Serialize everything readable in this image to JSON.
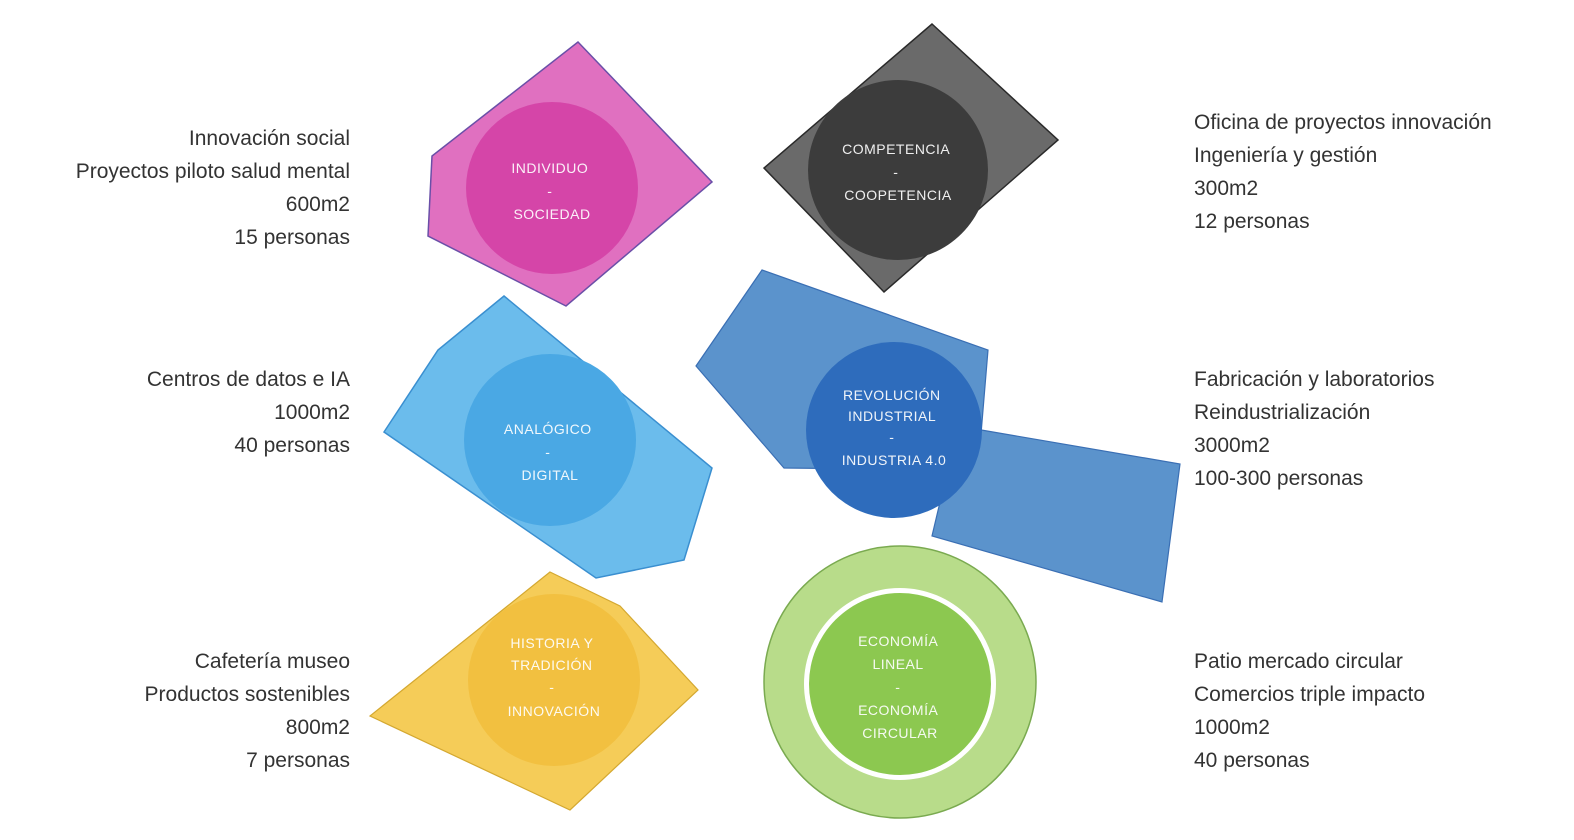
{
  "nodes": [
    {
      "id": "individuo",
      "circle_lines": [
        "INDIVIDUO",
        "-",
        "SOCIEDAD"
      ],
      "info_lines": [
        "Innovación social",
        "Proyectos piloto salud mental",
        "600m2",
        "15 personas"
      ],
      "colors": {
        "shape": "#e070c0",
        "circle": "#d545a8",
        "stroke": "#6a4fa8"
      }
    },
    {
      "id": "competencia",
      "circle_lines": [
        "COMPETENCIA",
        "-",
        "COOPETENCIA"
      ],
      "info_lines": [
        "Oficina de proyectos innovación",
        "Ingeniería y gestión",
        "300m2",
        "12 personas"
      ],
      "colors": {
        "shape": "#6a6a6a",
        "circle": "#3c3c3c",
        "stroke": "#2a2a2a"
      }
    },
    {
      "id": "analogico",
      "circle_lines": [
        "ANALÓGICO",
        "-",
        "DIGITAL"
      ],
      "info_lines": [
        "Centros de datos e IA",
        "1000m2",
        "40 personas"
      ],
      "colors": {
        "shape": "#6bbcec",
        "circle": "#4aa8e4",
        "stroke": "#3a8fd0"
      }
    },
    {
      "id": "revolucion",
      "circle_lines": [
        "REVOLUCIÓN",
        "INDUSTRIAL",
        "-",
        "INDUSTRIA 4.0"
      ],
      "info_lines": [
        "Fabricación y laboratorios",
        "Reindustrialización",
        "3000m2",
        "100-300 personas"
      ],
      "colors": {
        "shape": "#5b93cc",
        "circle": "#2e6cbc",
        "stroke": "#3a6fb4"
      }
    },
    {
      "id": "historia",
      "circle_lines": [
        "HISTORIA Y",
        "TRADICIÓN",
        "-",
        "INNOVACIÓN"
      ],
      "info_lines": [
        "Cafetería museo",
        "Productos sostenibles",
        "800m2",
        "7 personas"
      ],
      "colors": {
        "shape": "#f5cc58",
        "circle": "#f2c040",
        "stroke": "#d4a830"
      }
    },
    {
      "id": "economia",
      "circle_lines": [
        "ECONOMÍA",
        "LINEAL",
        "-",
        "ECONOMÍA",
        "CIRCULAR"
      ],
      "info_lines": [
        "Patio mercado circular",
        "Comercios triple impacto",
        "1000m2",
        "40 personas"
      ],
      "colors": {
        "shape": "#b8dc8a",
        "circle": "#8cc850",
        "stroke": "#7aaa50"
      }
    }
  ]
}
